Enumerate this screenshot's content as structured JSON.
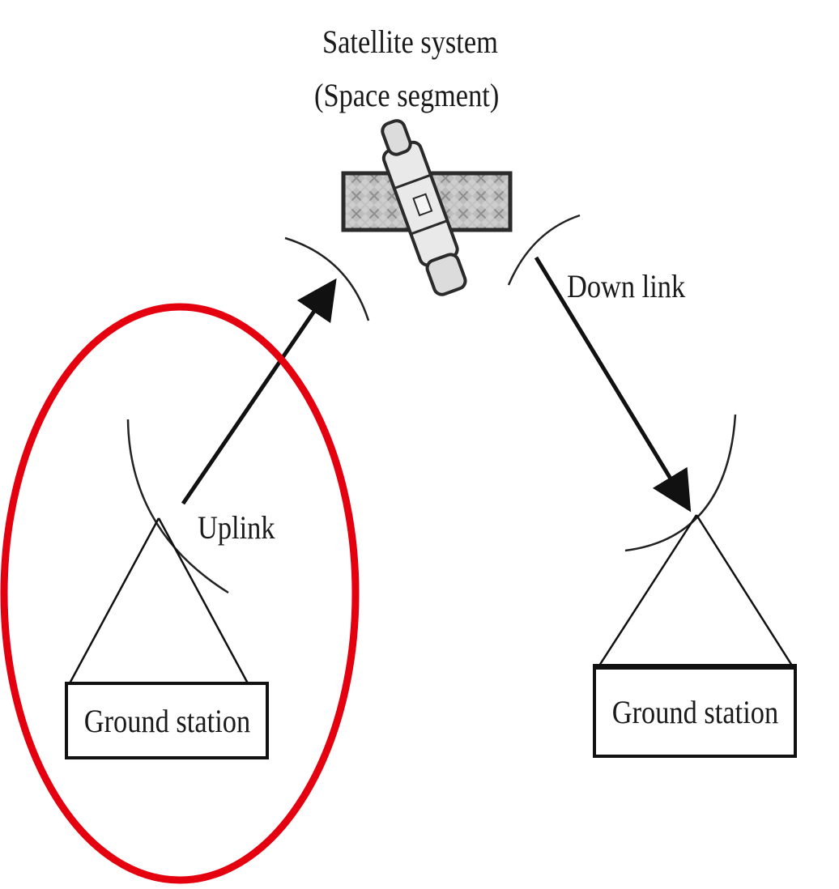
{
  "satellite": {
    "title_line1": "Satellite system",
    "title_line2": "(Space segment)",
    "icon": "satellite-icon"
  },
  "links": {
    "uplink_label": "Uplink",
    "downlink_label": "Down link"
  },
  "stations": {
    "left_label": "Ground station",
    "right_label": "Ground station"
  },
  "annotation": {
    "highlight_color": "#e4000f",
    "line_color": "#111111"
  }
}
